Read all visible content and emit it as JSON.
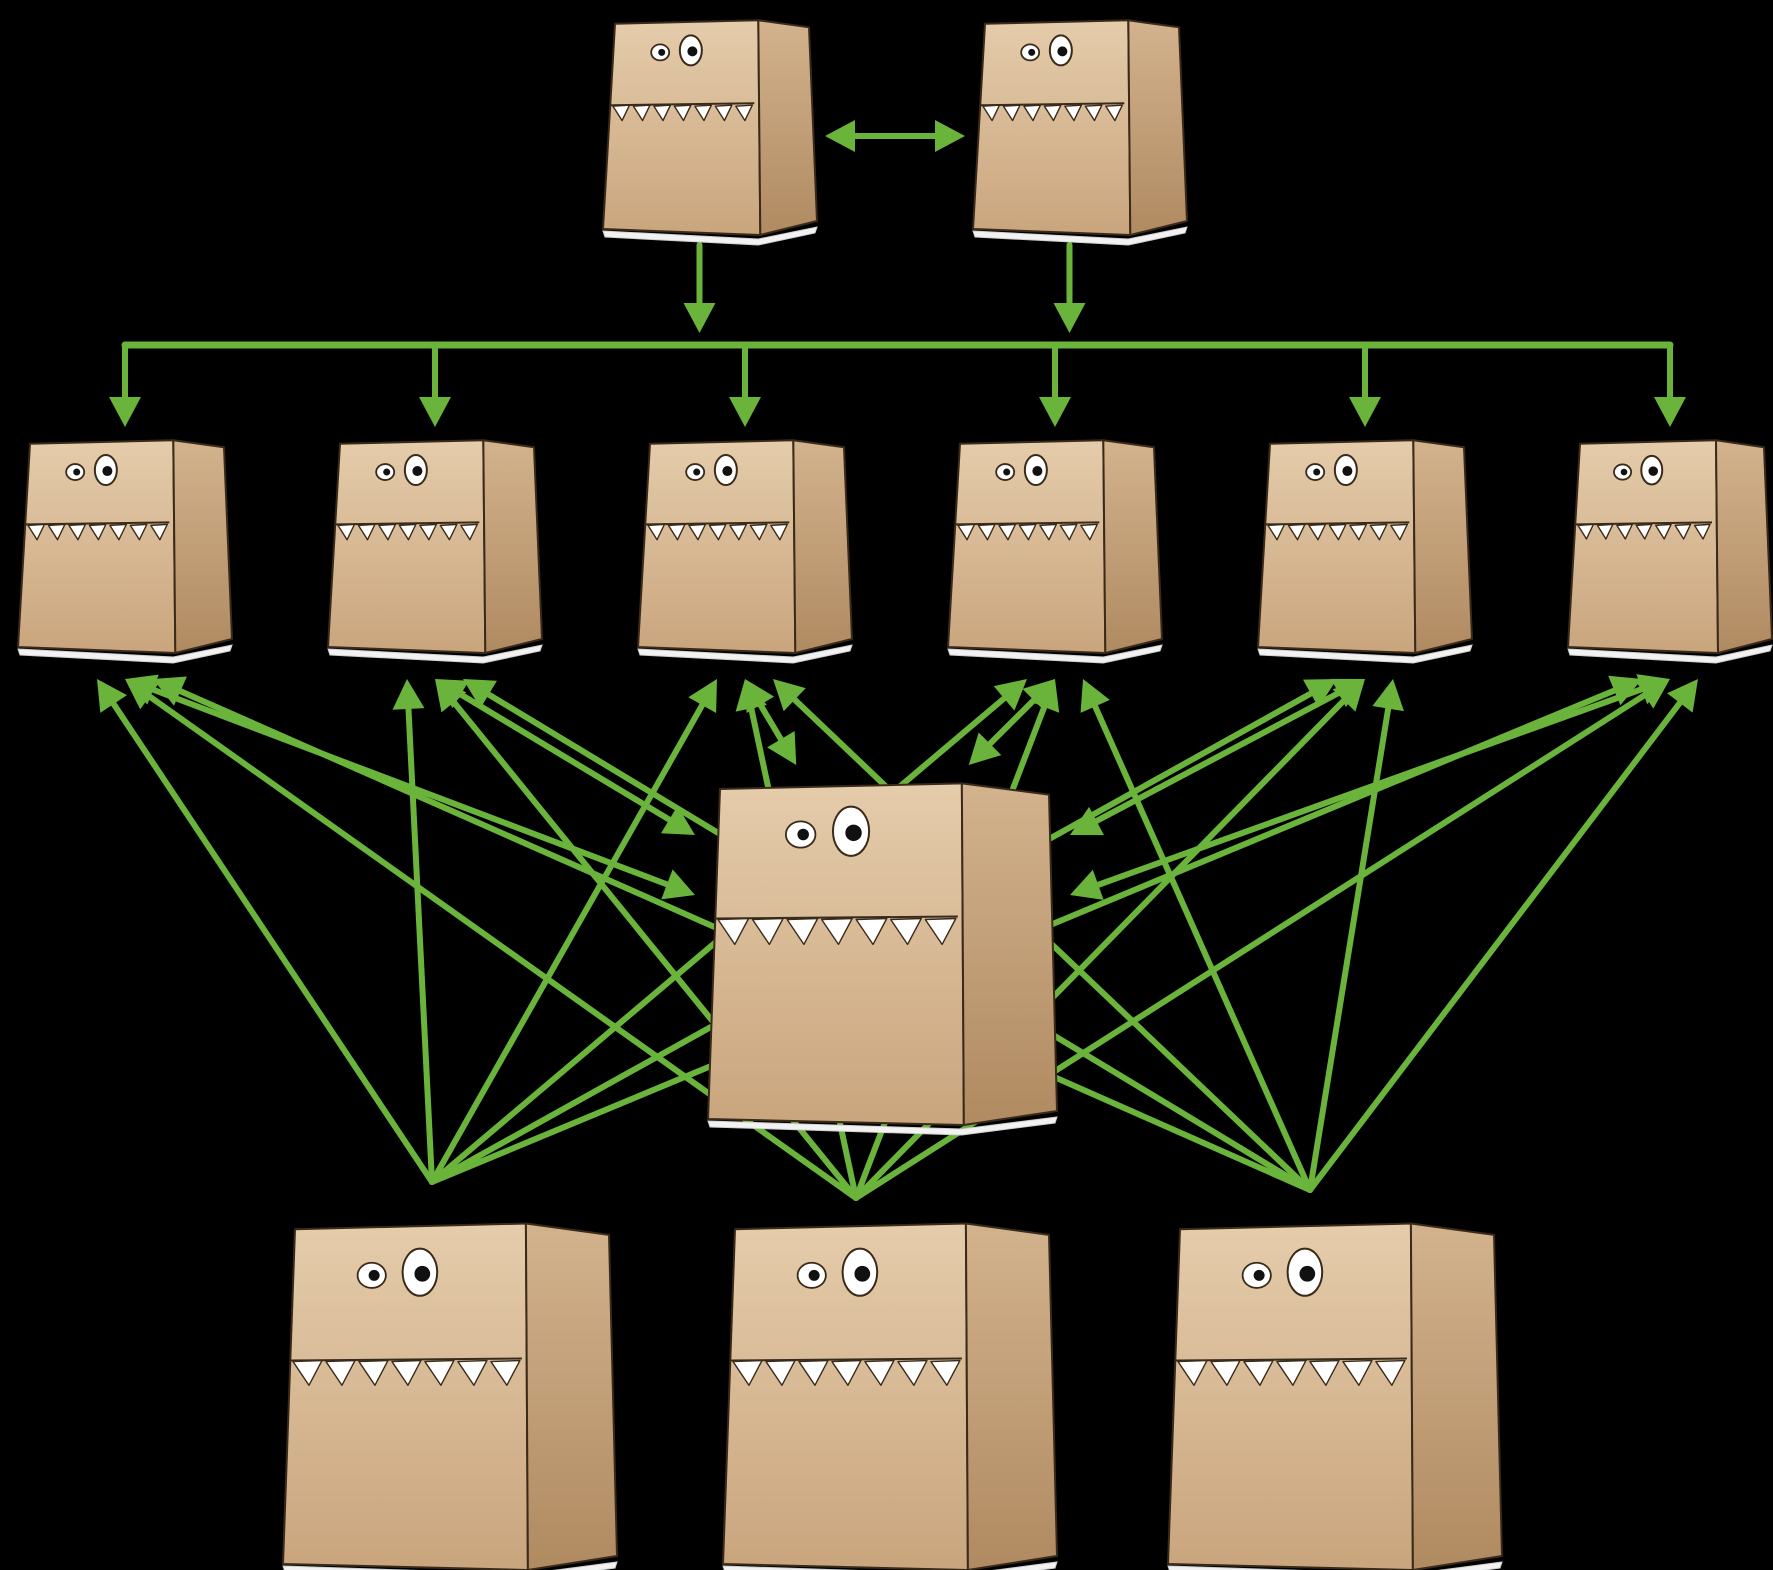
{
  "diagram": {
    "background_color": "#000000",
    "arrow_color": "#6ab43c",
    "box_colors": {
      "front": "#e5ccab",
      "front_shade": "#c9a57d",
      "side": "#d2b38d",
      "side_shade": "#b08a61",
      "outline": "#3a2a1a",
      "teeth": "#ffffff",
      "eye_white": "#ffffff",
      "pupil": "#111111"
    },
    "nodes": [
      {
        "id": "top-left",
        "tier": "top",
        "icon": "box-monster-icon"
      },
      {
        "id": "top-right",
        "tier": "top",
        "icon": "box-monster-icon"
      },
      {
        "id": "mid-1",
        "tier": "middle",
        "icon": "box-monster-icon"
      },
      {
        "id": "mid-2",
        "tier": "middle",
        "icon": "box-monster-icon"
      },
      {
        "id": "mid-3",
        "tier": "middle",
        "icon": "box-monster-icon"
      },
      {
        "id": "mid-4",
        "tier": "middle",
        "icon": "box-monster-icon"
      },
      {
        "id": "mid-5",
        "tier": "middle",
        "icon": "box-monster-icon"
      },
      {
        "id": "mid-6",
        "tier": "middle",
        "icon": "box-monster-icon"
      },
      {
        "id": "hub",
        "tier": "hub",
        "icon": "box-monster-icon"
      },
      {
        "id": "bottom-left",
        "tier": "bottom",
        "icon": "box-monster-icon"
      },
      {
        "id": "bottom-center",
        "tier": "bottom",
        "icon": "box-monster-icon"
      },
      {
        "id": "bottom-right",
        "tier": "bottom",
        "icon": "box-monster-icon"
      }
    ],
    "edges": [
      {
        "from": "top-left",
        "to": "top-right",
        "direction": "both"
      },
      {
        "from": "top-left",
        "to": "bus",
        "direction": "forward"
      },
      {
        "from": "top-right",
        "to": "bus",
        "direction": "forward"
      },
      {
        "from": "bus",
        "to": "mid-1",
        "direction": "forward"
      },
      {
        "from": "bus",
        "to": "mid-2",
        "direction": "forward"
      },
      {
        "from": "bus",
        "to": "mid-3",
        "direction": "forward"
      },
      {
        "from": "bus",
        "to": "mid-4",
        "direction": "forward"
      },
      {
        "from": "bus",
        "to": "mid-5",
        "direction": "forward"
      },
      {
        "from": "bus",
        "to": "mid-6",
        "direction": "forward"
      },
      {
        "from": "mid-1",
        "to": "hub",
        "direction": "both"
      },
      {
        "from": "mid-2",
        "to": "hub",
        "direction": "both"
      },
      {
        "from": "mid-3",
        "to": "hub",
        "direction": "both"
      },
      {
        "from": "mid-4",
        "to": "hub",
        "direction": "both"
      },
      {
        "from": "mid-5",
        "to": "hub",
        "direction": "both"
      },
      {
        "from": "mid-6",
        "to": "hub",
        "direction": "both"
      },
      {
        "from": "bottom-left",
        "to": "mid-1",
        "direction": "forward"
      },
      {
        "from": "bottom-left",
        "to": "mid-2",
        "direction": "forward"
      },
      {
        "from": "bottom-left",
        "to": "mid-3",
        "direction": "forward"
      },
      {
        "from": "bottom-left",
        "to": "mid-4",
        "direction": "forward"
      },
      {
        "from": "bottom-left",
        "to": "mid-5",
        "direction": "forward"
      },
      {
        "from": "bottom-left",
        "to": "mid-6",
        "direction": "forward"
      },
      {
        "from": "bottom-center",
        "to": "mid-1",
        "direction": "forward"
      },
      {
        "from": "bottom-center",
        "to": "mid-2",
        "direction": "forward"
      },
      {
        "from": "bottom-center",
        "to": "mid-3",
        "direction": "forward"
      },
      {
        "from": "bottom-center",
        "to": "mid-4",
        "direction": "forward"
      },
      {
        "from": "bottom-center",
        "to": "mid-5",
        "direction": "forward"
      },
      {
        "from": "bottom-center",
        "to": "mid-6",
        "direction": "forward"
      },
      {
        "from": "bottom-right",
        "to": "mid-1",
        "direction": "forward"
      },
      {
        "from": "bottom-right",
        "to": "mid-2",
        "direction": "forward"
      },
      {
        "from": "bottom-right",
        "to": "mid-3",
        "direction": "forward"
      },
      {
        "from": "bottom-right",
        "to": "mid-4",
        "direction": "forward"
      },
      {
        "from": "bottom-right",
        "to": "mid-5",
        "direction": "forward"
      },
      {
        "from": "bottom-right",
        "to": "mid-6",
        "direction": "forward"
      }
    ]
  }
}
